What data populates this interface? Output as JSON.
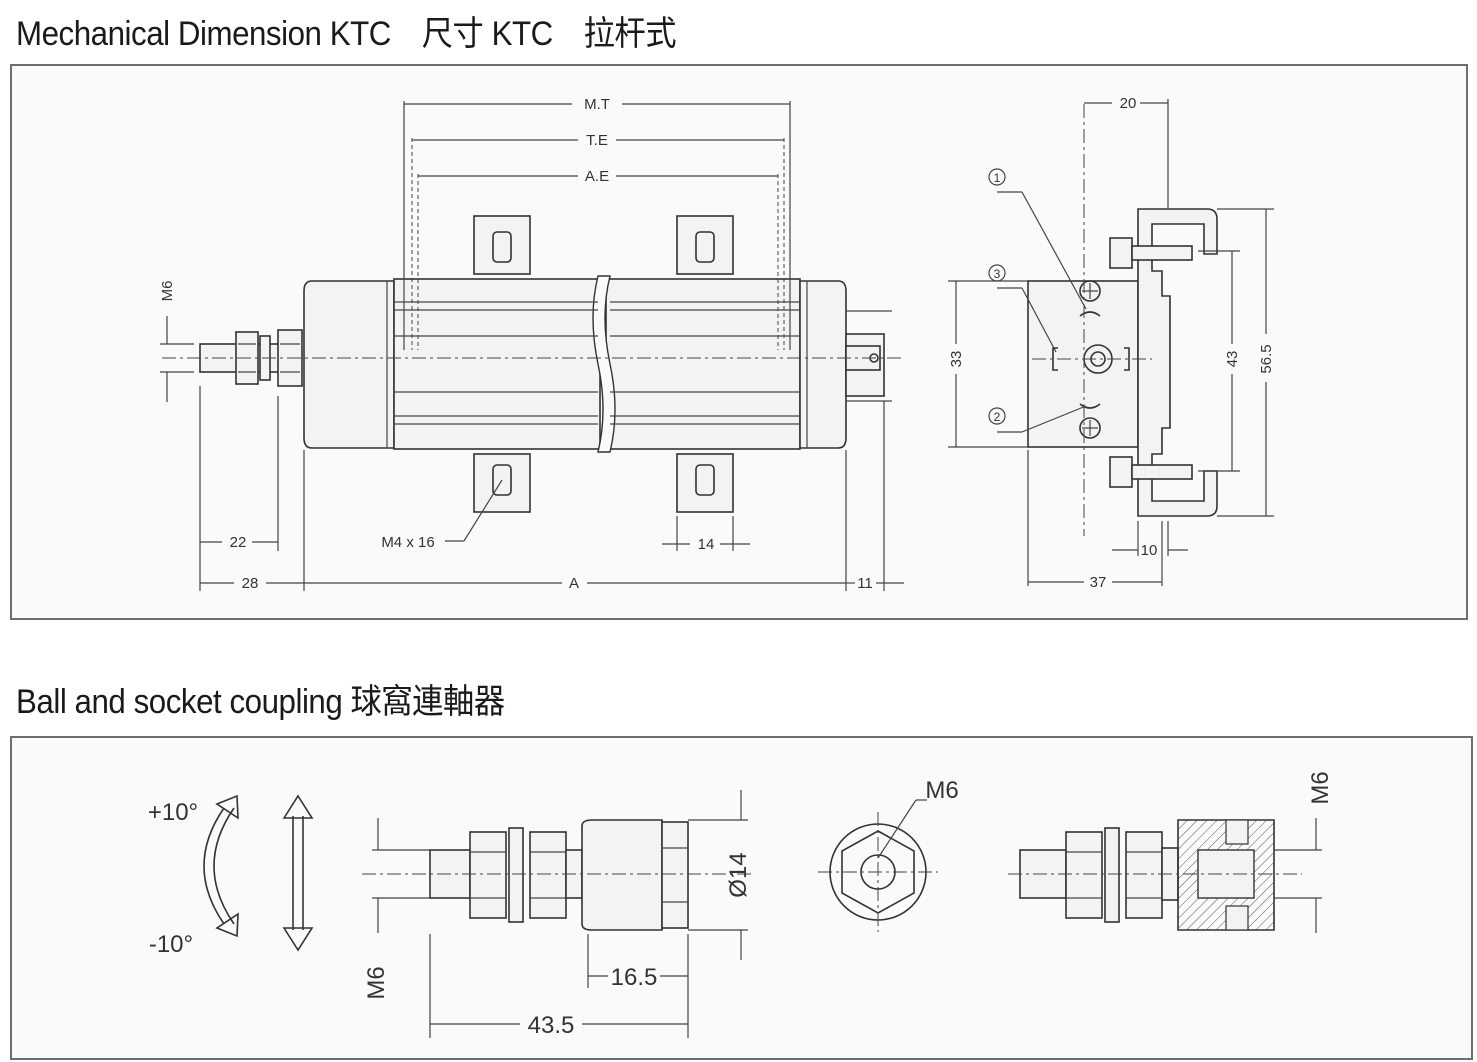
{
  "titles": {
    "mechanical": "Mechanical Dimension KTC　尺寸 KTC　拉杆式",
    "coupling": "Ball and socket coupling 球窩連軸器"
  },
  "mech_dims": {
    "mt": "M.T",
    "te": "T.E",
    "ae": "A.E",
    "m6": "M6",
    "d22": "22",
    "d28": "28",
    "a": "A",
    "d11": "11",
    "m4x16": "M4 x 16",
    "d14": "14",
    "d20": "20",
    "d33": "33",
    "d43": "43",
    "d56_5": "56.5",
    "d10": "10",
    "d37": "37",
    "c1": "1",
    "c2": "2",
    "c3": "3"
  },
  "coupling_dims": {
    "plus10": "+10°",
    "minus10": "-10°",
    "m6_left": "M6",
    "d14": "Ø14",
    "d16_5": "16.5",
    "d43_5": "43.5",
    "m6_end": "M6",
    "m6_right": "M6"
  },
  "colors": {
    "line": "#333333",
    "panel_border": "#6e6e6e",
    "panel_bg": "#fafafa"
  }
}
